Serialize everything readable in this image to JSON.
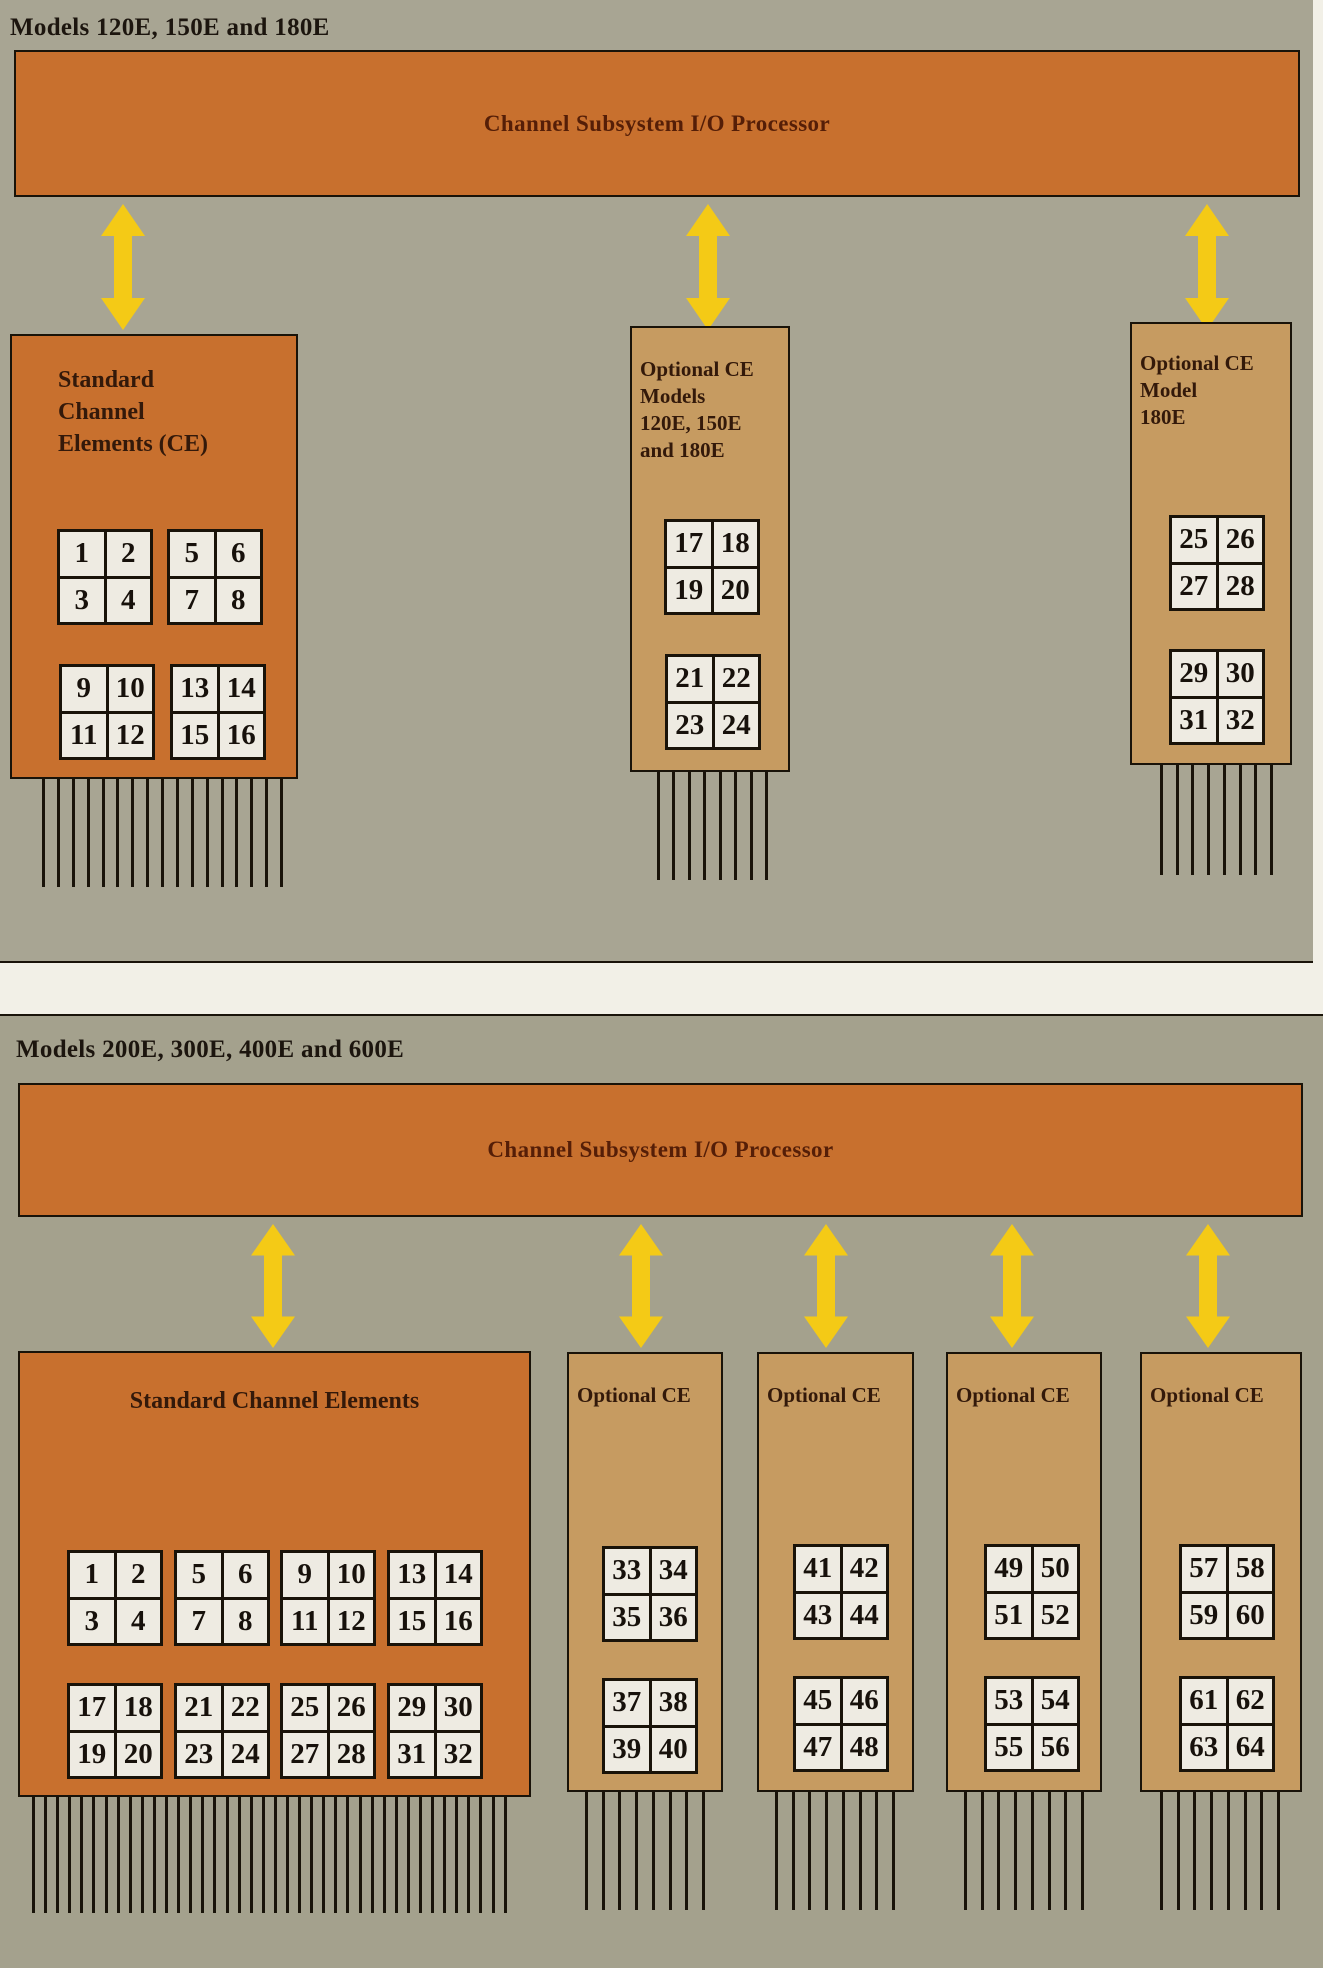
{
  "colors": {
    "background": "#a8a593",
    "background_lower": "#a4a18d",
    "orange": "#c8702e",
    "tan": "#c69b61",
    "yellow": "#f4ca16",
    "cell": "#eeebe2",
    "line": "#191309",
    "bar_text": "#551e07",
    "page": "#f2f0e7"
  },
  "panels": [
    {
      "title": "Models 120E, 150E and 180E",
      "processor_label": "Channel Subsystem I/O Processor",
      "boxes": [
        {
          "name": "standard-channel-elements",
          "label_lines": [
            "Standard",
            "Channel",
            "Elements (CE)"
          ],
          "grids": [
            [
              1,
              2,
              3,
              4
            ],
            [
              5,
              6,
              7,
              8
            ],
            [
              9,
              10,
              11,
              12
            ],
            [
              13,
              14,
              15,
              16
            ]
          ],
          "lines_count": 17
        },
        {
          "name": "optional-ce-models-120e-150e-180e",
          "label_lines": [
            "Optional CE",
            "Models",
            "120E, 150E",
            "and 180E"
          ],
          "grids": [
            [
              17,
              18,
              19,
              20
            ],
            [
              21,
              22,
              23,
              24
            ]
          ],
          "lines_count": 8
        },
        {
          "name": "optional-ce-model-180e",
          "label_lines": [
            "Optional CE",
            "Model",
            "180E"
          ],
          "grids": [
            [
              25,
              26,
              27,
              28
            ],
            [
              29,
              30,
              31,
              32
            ]
          ],
          "lines_count": 8
        }
      ]
    },
    {
      "title": "Models 200E, 300E, 400E and 600E",
      "processor_label": "Channel Subsystem I/O Processor",
      "boxes": [
        {
          "name": "standard-channel-elements",
          "label_lines": [
            "Standard Channel Elements"
          ],
          "grids": [
            [
              1,
              2,
              3,
              4
            ],
            [
              5,
              6,
              7,
              8
            ],
            [
              9,
              10,
              11,
              12
            ],
            [
              13,
              14,
              15,
              16
            ],
            [
              17,
              18,
              19,
              20
            ],
            [
              21,
              22,
              23,
              24
            ],
            [
              25,
              26,
              27,
              28
            ],
            [
              29,
              30,
              31,
              32
            ]
          ],
          "lines_count": 40
        },
        {
          "name": "optional-ce-1",
          "label_lines": [
            "Optional CE"
          ],
          "grids": [
            [
              33,
              34,
              35,
              36
            ],
            [
              37,
              38,
              39,
              40
            ]
          ],
          "lines_count": 8
        },
        {
          "name": "optional-ce-2",
          "label_lines": [
            "Optional CE"
          ],
          "grids": [
            [
              41,
              42,
              43,
              44
            ],
            [
              45,
              46,
              47,
              48
            ]
          ],
          "lines_count": 8
        },
        {
          "name": "optional-ce-3",
          "label_lines": [
            "Optional CE"
          ],
          "grids": [
            [
              49,
              50,
              51,
              52
            ],
            [
              53,
              54,
              55,
              56
            ]
          ],
          "lines_count": 8
        },
        {
          "name": "optional-ce-4",
          "label_lines": [
            "Optional CE"
          ],
          "grids": [
            [
              57,
              58,
              59,
              60
            ],
            [
              61,
              62,
              63,
              64
            ]
          ],
          "lines_count": 8
        }
      ]
    }
  ]
}
